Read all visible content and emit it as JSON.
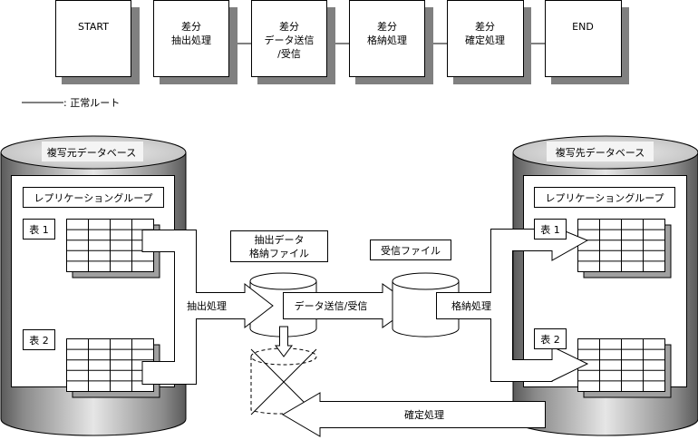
{
  "flow": {
    "steps": [
      {
        "line1": "START",
        "line2": "",
        "line3": ""
      },
      {
        "line1": "差分",
        "line2": "抽出処理",
        "line3": ""
      },
      {
        "line1": "差分",
        "line2": "データ送信",
        "line3": "/受信"
      },
      {
        "line1": "差分",
        "line2": "格納処理",
        "line3": ""
      },
      {
        "line1": "差分",
        "line2": "確定処理",
        "line3": ""
      },
      {
        "line1": "END",
        "line2": "",
        "line3": ""
      }
    ],
    "legend": ": 正常ルート"
  },
  "source_db": {
    "title": "複写元データベース",
    "group": "レプリケーショングループ",
    "table1": "表 1",
    "table2": "表 2"
  },
  "target_db": {
    "title": "複写先データベース",
    "group": "レプリケーショングループ",
    "table1": "表 1",
    "table2": "表 2"
  },
  "files": {
    "extract_line1": "抽出データ",
    "extract_line2": "格納ファイル",
    "receive": "受信ファイル"
  },
  "arrows": {
    "extract": "抽出処理",
    "transfer": "データ送信/受信",
    "store": "格納処理",
    "commit": "確定処理"
  },
  "colors": {
    "shadow": "#808080",
    "table_shadow": "#a0a0a0",
    "db_dark": "#6e6e6e",
    "db_light": "#d8d8d8"
  }
}
